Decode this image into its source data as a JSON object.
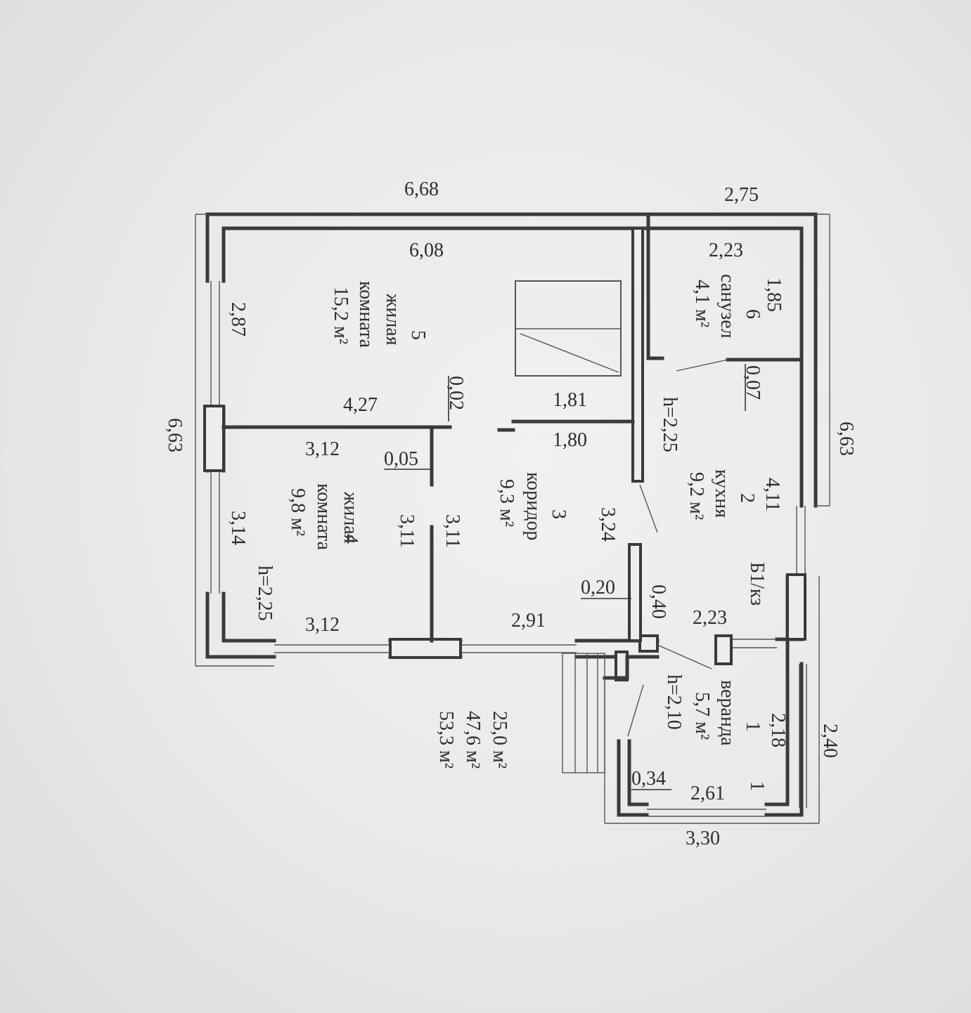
{
  "dimensions": {
    "top_total": "6,68",
    "top_right": "2,75",
    "inner_top": "6,08",
    "left_total": "6,63",
    "right_total": "6,63",
    "bath_len": "2,23",
    "bath_width": "1,85",
    "room5_width": "2,87",
    "room5_len": "4,27",
    "partition_02": "0,02",
    "corridor_181": "1,81",
    "corridor_180": "1,80",
    "partition_007": "0,07",
    "room4_top": "3,12",
    "partition_005": "0,05",
    "room4_width": "3,14",
    "room4_311a": "3,11",
    "room4_311b": "3,11",
    "room4_bottom": "3,12",
    "corridor_324": "3,24",
    "corridor_291": "2,91",
    "wall_020": "0,20",
    "wall_040": "0,40",
    "kitchen_411": "4,11",
    "kitchen_223": "2,23",
    "veranda_218": "2,18",
    "veranda_240": "2,40",
    "veranda_261": "2,61",
    "veranda_034": "0,34",
    "veranda_330": "3,30",
    "veranda_1": "1"
  },
  "rooms": {
    "bath": {
      "number": "6",
      "name": "санузел",
      "area": "4,1 м²"
    },
    "room5": {
      "number": "5",
      "name": "жилая",
      "name2": "комната",
      "area": "15,2 м²"
    },
    "room4": {
      "number": "4",
      "name": "жилая",
      "name2": "комната",
      "area": "9,8 м²"
    },
    "corridor": {
      "number": "3",
      "name": "коридор",
      "area": "9,3 м²"
    },
    "kitchen": {
      "number": "2",
      "name": "кухня",
      "area": "9,2 м²"
    },
    "veranda": {
      "number": "1",
      "name": "веранда",
      "area": "5,7 м²"
    }
  },
  "heights": {
    "kitchen": "h=2,25",
    "room4": "h=2,25",
    "veranda": "h=2,10"
  },
  "marks": {
    "b1": "Б1/кз"
  },
  "totals": {
    "living": "25,0 м²",
    "total": "47,6 м²",
    "gross": "53,3 м²"
  }
}
